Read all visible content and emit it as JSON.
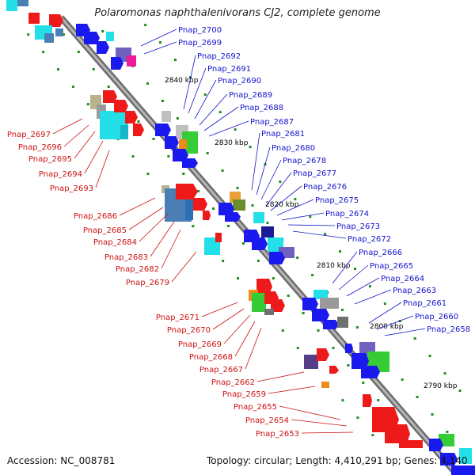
{
  "title": "Polaromonas naphthalenivorans CJ2, complete genome",
  "footer": {
    "accession": "Accession: NC_008781",
    "topology": "Topology: circular; Length: 4,410,291 bp; Genes: 4,140"
  },
  "colors": {
    "forward_label": "#1414cc",
    "reverse_label": "#cc1111",
    "backbone": "#8c8c8c",
    "gc_dots": "#1e8c1e",
    "gene_blue": "#1a1aee",
    "gene_red": "#ee1a1a",
    "gene_cyan": "#22dfe8",
    "gene_gray": "#9a9a9a"
  },
  "scale_labels": [
    "2840 kbp",
    "2830 kbp",
    "2820 kbp",
    "2810 kbp",
    "2800 kbp",
    "2790 kbp"
  ],
  "forward_genes": [
    "Pnap_2700",
    "Pnap_2699",
    "Pnap_2692",
    "Pnap_2691",
    "Pnap_2690",
    "Pnap_2689",
    "Pnap_2688",
    "Pnap_2687",
    "Pnap_2681",
    "Pnap_2680",
    "Pnap_2678",
    "Pnap_2677",
    "Pnap_2676",
    "Pnap_2675",
    "Pnap_2674",
    "Pnap_2673",
    "Pnap_2672",
    "Pnap_2666",
    "Pnap_2665",
    "Pnap_2664",
    "Pnap_2663",
    "Pnap_2661",
    "Pnap_2660",
    "Pnap_2658"
  ],
  "reverse_genes": [
    "Pnap_2697",
    "Pnap_2696",
    "Pnap_2695",
    "Pnap_2694",
    "Pnap_2693",
    "Pnap_2686",
    "Pnap_2685",
    "Pnap_2684",
    "Pnap_2683",
    "Pnap_2682",
    "Pnap_2679",
    "Pnap_2671",
    "Pnap_2670",
    "Pnap_2669",
    "Pnap_2668",
    "Pnap_2667",
    "Pnap_2662",
    "Pnap_2659",
    "Pnap_2655",
    "Pnap_2654",
    "Pnap_2653"
  ]
}
